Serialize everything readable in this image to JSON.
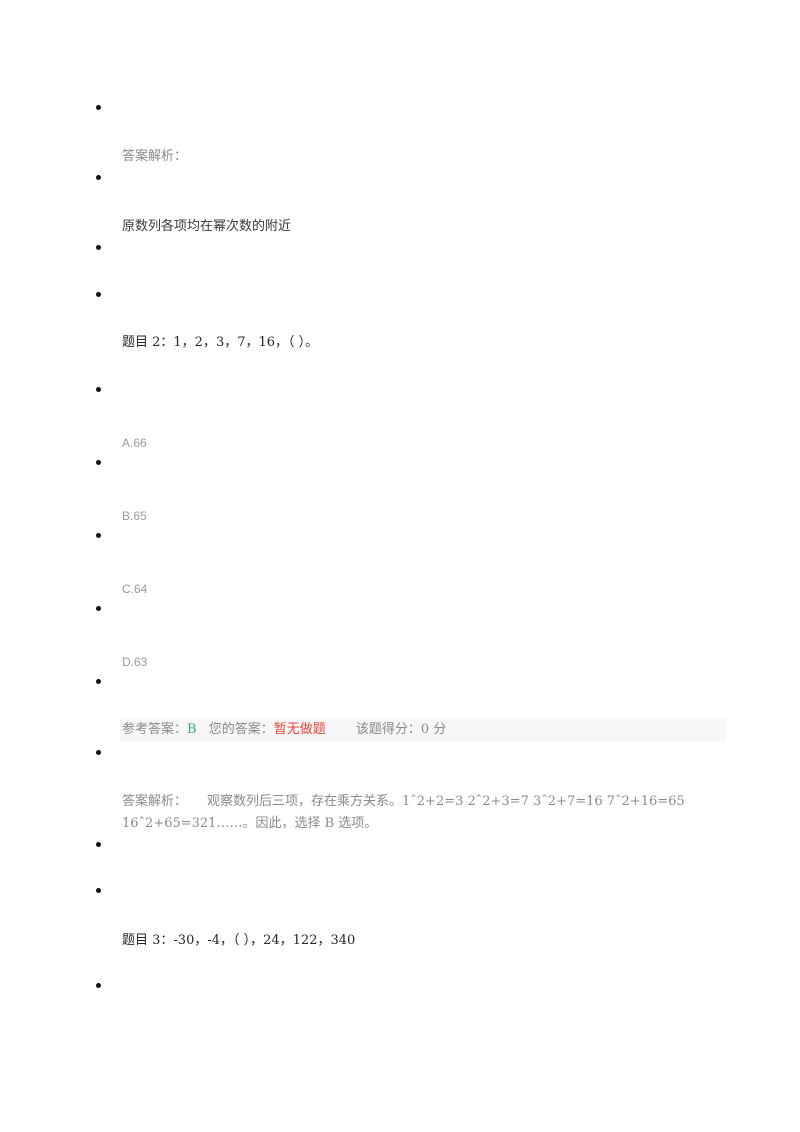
{
  "q1": {
    "analysis_label": "答案解析：",
    "analysis_text": "原数列各项均在幂次数的附近"
  },
  "q2": {
    "title": "题目 2：1，2，3，7，16，（ ）。",
    "options": [
      "A.66",
      "B.65",
      "C.64",
      "D.63"
    ],
    "result": {
      "ref_label": "参考答案：",
      "ref_value": "B",
      "your_label": "您的答案：",
      "your_value": "暂无做题",
      "score_label": "该题得分：",
      "score_value": "0 分"
    },
    "analysis_label": "答案解析：",
    "analysis_line1": "观察数列后三项，存在乘方关系。1ˆ2+2=3  2ˆ2+3=7  3ˆ2+7=16  7ˆ2+16=65",
    "analysis_line2": "16ˆ2+65=321……。因此，选择 B 选项。"
  },
  "q3": {
    "title": "题目 3：-30，-4，（ ），24，122，340"
  },
  "colors": {
    "correct": "#3fae6a",
    "wrong": "#e2453c",
    "muted": "#8a8a8a",
    "bar_bg": "#f7f7f7"
  }
}
